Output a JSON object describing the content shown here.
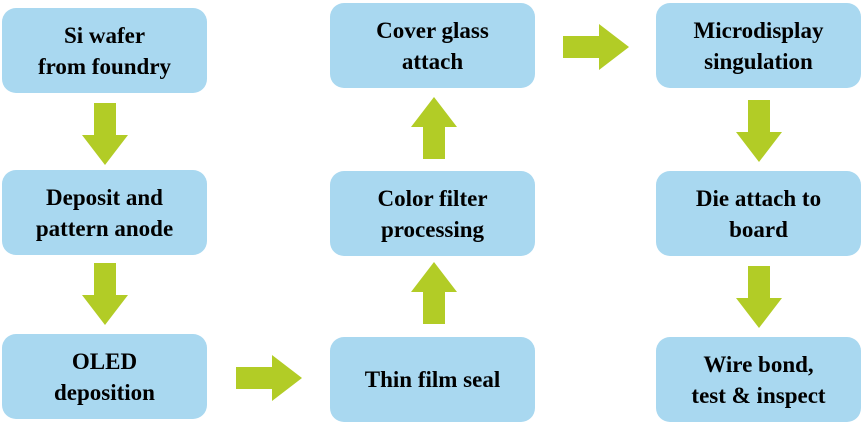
{
  "colors": {
    "box_fill": "#a9d8f0",
    "arrow_fill": "#b2cc26",
    "text": "#000000"
  },
  "steps": [
    {
      "id": "si-wafer",
      "lines": [
        "Si wafer",
        "from foundry"
      ]
    },
    {
      "id": "deposit-anode",
      "lines": [
        "Deposit and",
        "pattern anode"
      ]
    },
    {
      "id": "oled-deposition",
      "lines": [
        "OLED",
        "deposition"
      ]
    },
    {
      "id": "thin-film-seal",
      "lines": [
        "Thin film seal"
      ]
    },
    {
      "id": "color-filter",
      "lines": [
        "Color filter",
        "processing"
      ]
    },
    {
      "id": "cover-glass",
      "lines": [
        "Cover glass",
        "attach"
      ]
    },
    {
      "id": "singulation",
      "lines": [
        "Microdisplay",
        "singulation"
      ]
    },
    {
      "id": "die-attach",
      "lines": [
        "Die attach to",
        "board"
      ]
    },
    {
      "id": "wire-bond",
      "lines": [
        "Wire bond,",
        "test & inspect"
      ]
    }
  ],
  "flow": [
    {
      "from": "si-wafer",
      "to": "deposit-anode",
      "direction": "down"
    },
    {
      "from": "deposit-anode",
      "to": "oled-deposition",
      "direction": "down"
    },
    {
      "from": "oled-deposition",
      "to": "thin-film-seal",
      "direction": "right"
    },
    {
      "from": "thin-film-seal",
      "to": "color-filter",
      "direction": "up"
    },
    {
      "from": "color-filter",
      "to": "cover-glass",
      "direction": "up"
    },
    {
      "from": "cover-glass",
      "to": "singulation",
      "direction": "right"
    },
    {
      "from": "singulation",
      "to": "die-attach",
      "direction": "down"
    },
    {
      "from": "die-attach",
      "to": "wire-bond",
      "direction": "down"
    }
  ]
}
